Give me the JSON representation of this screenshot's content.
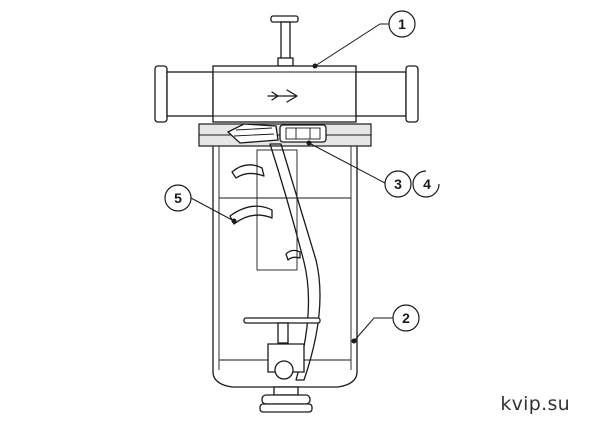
{
  "callouts": [
    {
      "id": "1",
      "label": "1"
    },
    {
      "id": "2",
      "label": "2"
    },
    {
      "id": "3",
      "label": "3"
    },
    {
      "id": "4",
      "label": "4"
    },
    {
      "id": "5",
      "label": "5"
    }
  ],
  "watermark": "kvip.su",
  "colors": {
    "line": "#1a1a1a",
    "background": "#ffffff",
    "shade": "#e6e6e6"
  }
}
